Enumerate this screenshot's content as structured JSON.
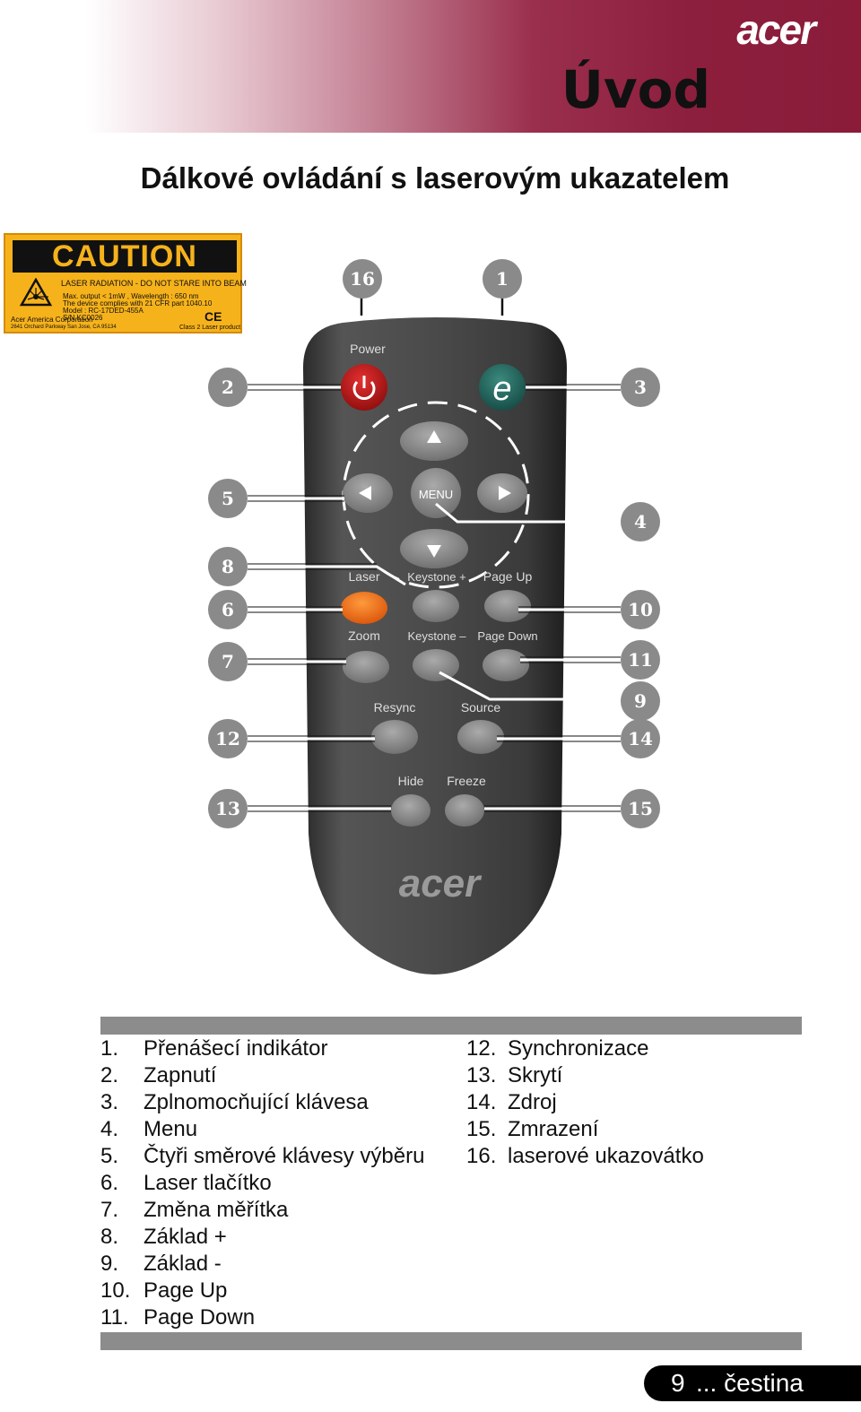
{
  "header": {
    "brand": "acer",
    "chapter_title": "Úvod"
  },
  "page_subtitle": "Dálkové ovládání s laserovým ukazatelem",
  "caution_label": {
    "heading": "CAUTION",
    "warning": "LASER RADIATION - DO NOT STARE INTO BEAM",
    "spec1": "Max. output < 1mW , Wavelength : 650 nm",
    "spec2": "The device complies with 21 CFR part 1040.10",
    "model": "Model : RC-17DED-455A",
    "sn": "S/N KC0026",
    "company": "Acer America Corporation",
    "address": "2641 Orchard Parkway San Jose, CA 95134",
    "ce": "CE",
    "class": "Class 2 Laser product"
  },
  "remote": {
    "labels": {
      "power": "Power",
      "menu": "MENU",
      "laser": "Laser",
      "keystone_plus": "Keystone +",
      "page_up": "Page Up",
      "zoom": "Zoom",
      "keystone_minus": "Keystone –",
      "page_down": "Page Down",
      "resync": "Resync",
      "source": "Source",
      "hide": "Hide",
      "freeze": "Freeze",
      "brand": "acer"
    },
    "callouts": [
      "1",
      "2",
      "3",
      "4",
      "5",
      "6",
      "7",
      "8",
      "9",
      "10",
      "11",
      "12",
      "13",
      "14",
      "15",
      "16"
    ]
  },
  "legend": [
    {
      "num": "1.",
      "text": "Přenášecí  indikátor"
    },
    {
      "num": "2.",
      "text": "Zapnutí"
    },
    {
      "num": "3.",
      "text": "Zplnomocňující  klávesa"
    },
    {
      "num": "4.",
      "text": "Menu"
    },
    {
      "num": "5.",
      "text": "Čtyři směrové klávesy výběru"
    },
    {
      "num": "6.",
      "text": "Laser tlačítko"
    },
    {
      "num": "7.",
      "text": "Změna  měřítka"
    },
    {
      "num": "8.",
      "text": "Základ +"
    },
    {
      "num": "9.",
      "text": "Základ -"
    },
    {
      "num": "10.",
      "text": "Page  Up"
    },
    {
      "num": "11.",
      "text": "Page  Down"
    },
    {
      "num": "12.",
      "text": "Synchronizace"
    },
    {
      "num": "13.",
      "text": "Skrytí"
    },
    {
      "num": "14.",
      "text": "Zdroj"
    },
    {
      "num": "15.",
      "text": "Zmrazení"
    },
    {
      "num": "16.",
      "text": "laserové ukazovátko"
    }
  ],
  "footer": {
    "page_number": "9",
    "language": "... čestina"
  }
}
